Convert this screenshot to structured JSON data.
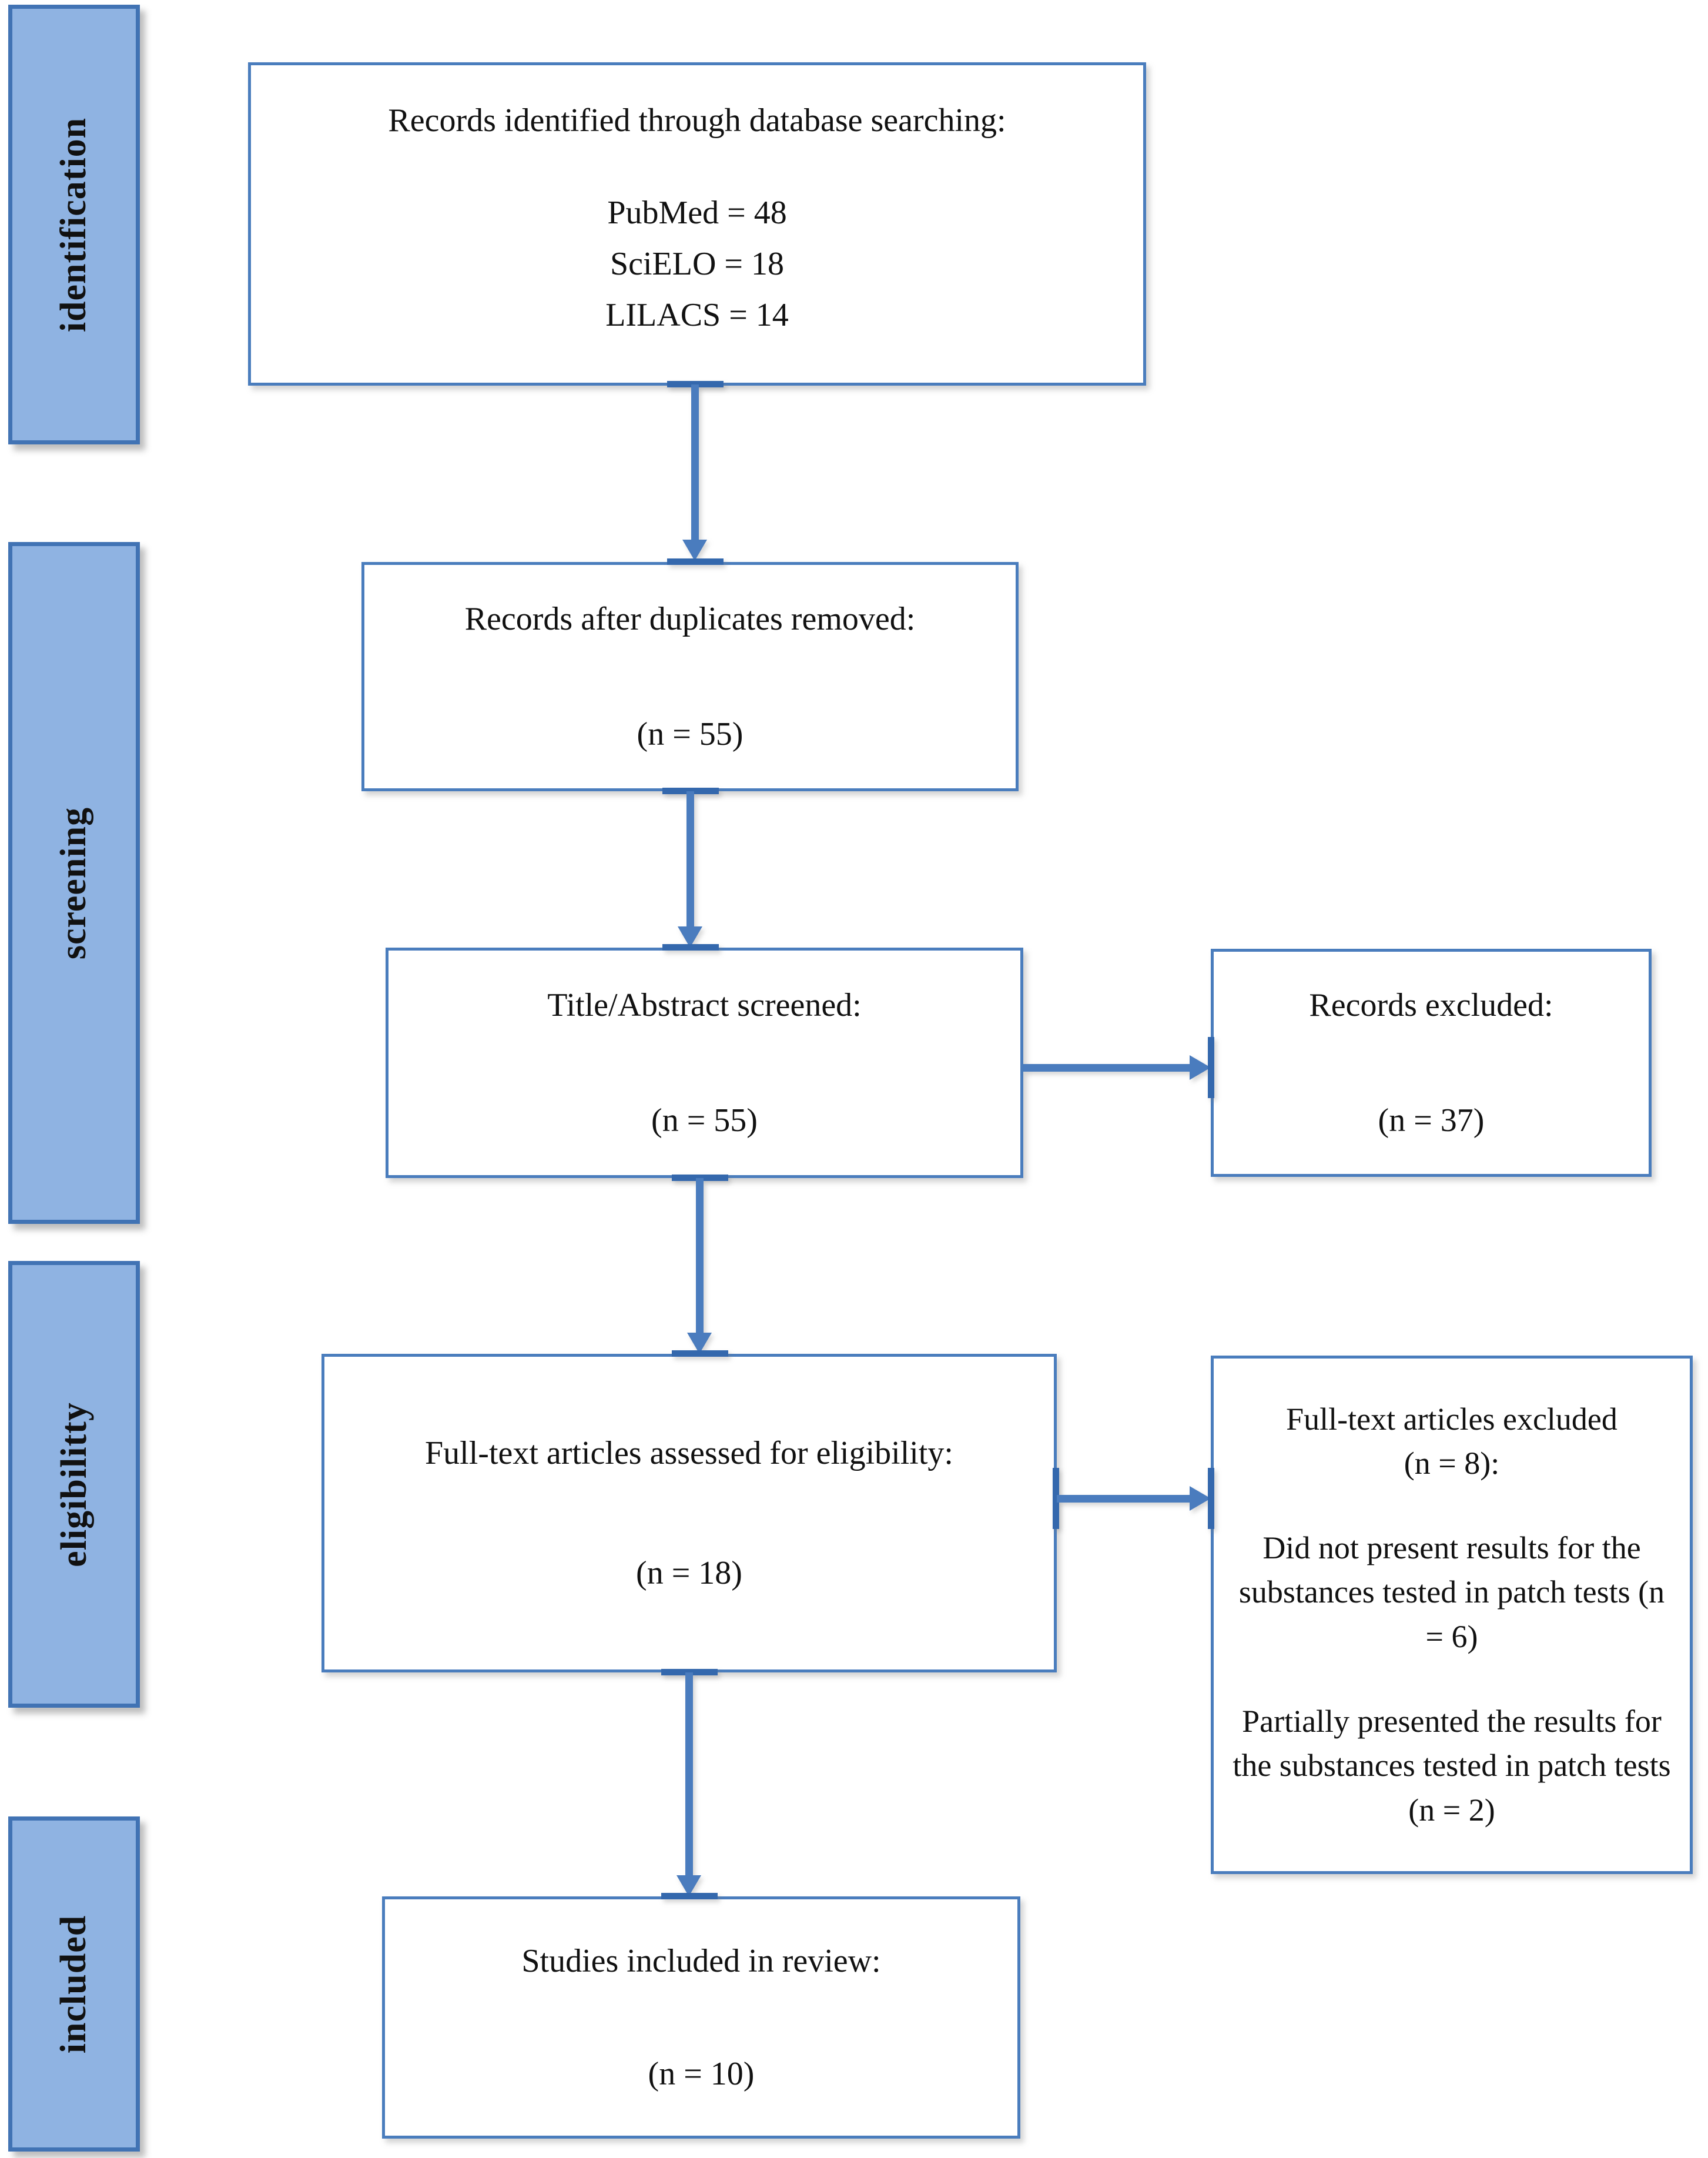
{
  "figure": {
    "stages": [
      {
        "label": "identification"
      },
      {
        "label": "screening"
      },
      {
        "label": "eligibilitty"
      },
      {
        "label": "included"
      }
    ],
    "boxes": {
      "identified": {
        "title": "Records identified through database searching:",
        "db_counts": "PubMed = 48\nSciELO = 18\nLILACS = 14"
      },
      "duplicates": {
        "title": "Records after duplicates removed:",
        "count": "(n = 55)"
      },
      "screened": {
        "title": "Title/Abstract screened:",
        "count": "(n = 55)"
      },
      "records_excluded": {
        "title": "Records excluded:",
        "count": "(n = 37)"
      },
      "fulltext": {
        "title": "Full-text articles assessed for eligibility:",
        "count": "(n = 18)"
      },
      "fulltext_excluded": {
        "heading": "Full-text articles excluded\n(n = 8):",
        "reason1": "Did not present results for the substances tested in patch tests (n = 6)",
        "reason2": "Partially presented the results for the substances tested in patch tests (n = 2)"
      },
      "included": {
        "title": "Studies included in review:",
        "count": "(n = 10)"
      }
    },
    "colors": {
      "sidebar_fill": "#8fb3e2",
      "sidebar_border": "#4173b4",
      "box_border": "#4a7dbd",
      "arrow": "#4a7cbe",
      "arrow_dark": "#3468ad",
      "text": "#111111"
    }
  }
}
